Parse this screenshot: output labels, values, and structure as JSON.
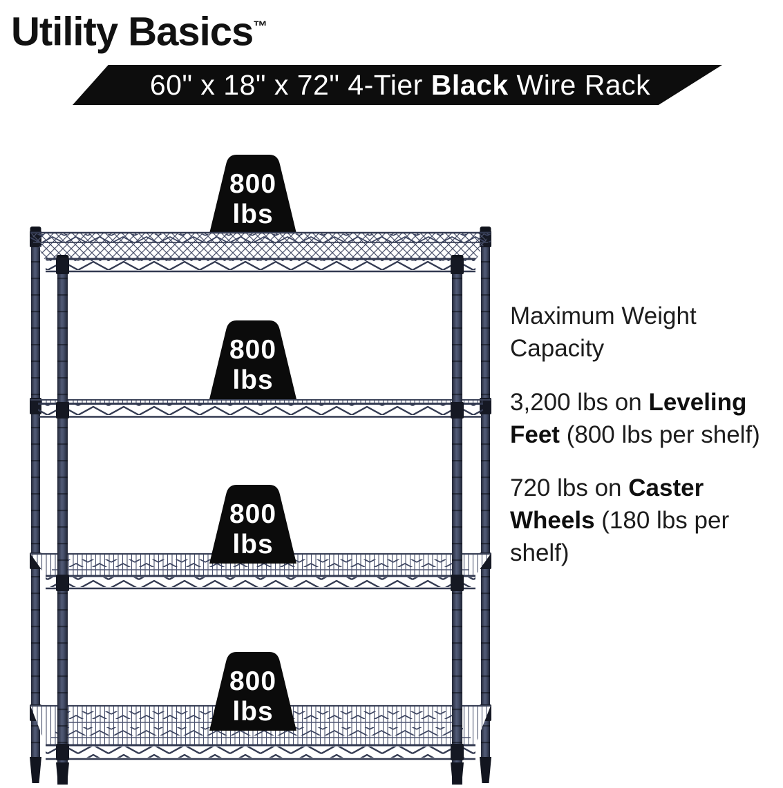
{
  "brand": {
    "name": "Utility Basics",
    "tm": "™"
  },
  "banner": {
    "pre": "60\" x 18\" x 72\" 4-Tier ",
    "bold": "Black",
    "post": " Wire Rack",
    "bg_color": "#0d0d0d",
    "text_color": "#ffffff"
  },
  "weights": {
    "value": "800",
    "unit": "lbs",
    "tiers": 4
  },
  "info": {
    "heading": "Maximum Weight Capacity",
    "items": [
      {
        "pre": "3,200 lbs on ",
        "bold": "Leveling Feet",
        "post": " (800 lbs per shelf)"
      },
      {
        "pre": "720 lbs on ",
        "bold": "Caster Wheels",
        "post": " (180 lbs per shelf)"
      }
    ]
  },
  "rack": {
    "type": "4-tier wire shelving rack",
    "finish_color": "#2e3444",
    "wire_color": "#3a4157",
    "weight_badge_color": "#0b0b0b"
  }
}
